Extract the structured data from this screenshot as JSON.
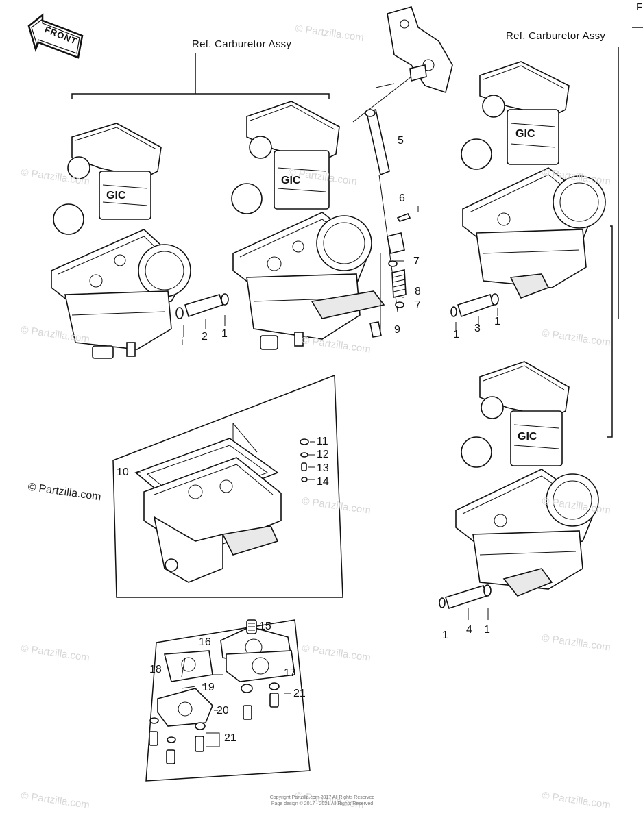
{
  "corner_label": "F",
  "front_label": "FRONT",
  "ref_labels": [
    "Ref. Carburetor Assy",
    "Ref. Carburetor Assy"
  ],
  "carb_badge": "GIC",
  "callouts": {
    "top_left": [
      "i",
      "2",
      "1"
    ],
    "linkage": [
      "5",
      "6",
      "7",
      "8",
      "7",
      "9"
    ],
    "top_right": [
      "1",
      "3",
      "1"
    ],
    "bottom_right": [
      "1",
      "4",
      "1"
    ],
    "float_bowl": [
      "10",
      "11",
      "12",
      "13",
      "14"
    ],
    "pump": [
      "15",
      "16",
      "17",
      "18",
      "19",
      "20",
      "21",
      "21"
    ]
  },
  "watermark": "© Partzilla.com",
  "footer_lines": [
    "Copyright Partzilla.com 2017 All Rights Reserved",
    "Page design © 2017 - 2021 All Rights Reserved"
  ]
}
